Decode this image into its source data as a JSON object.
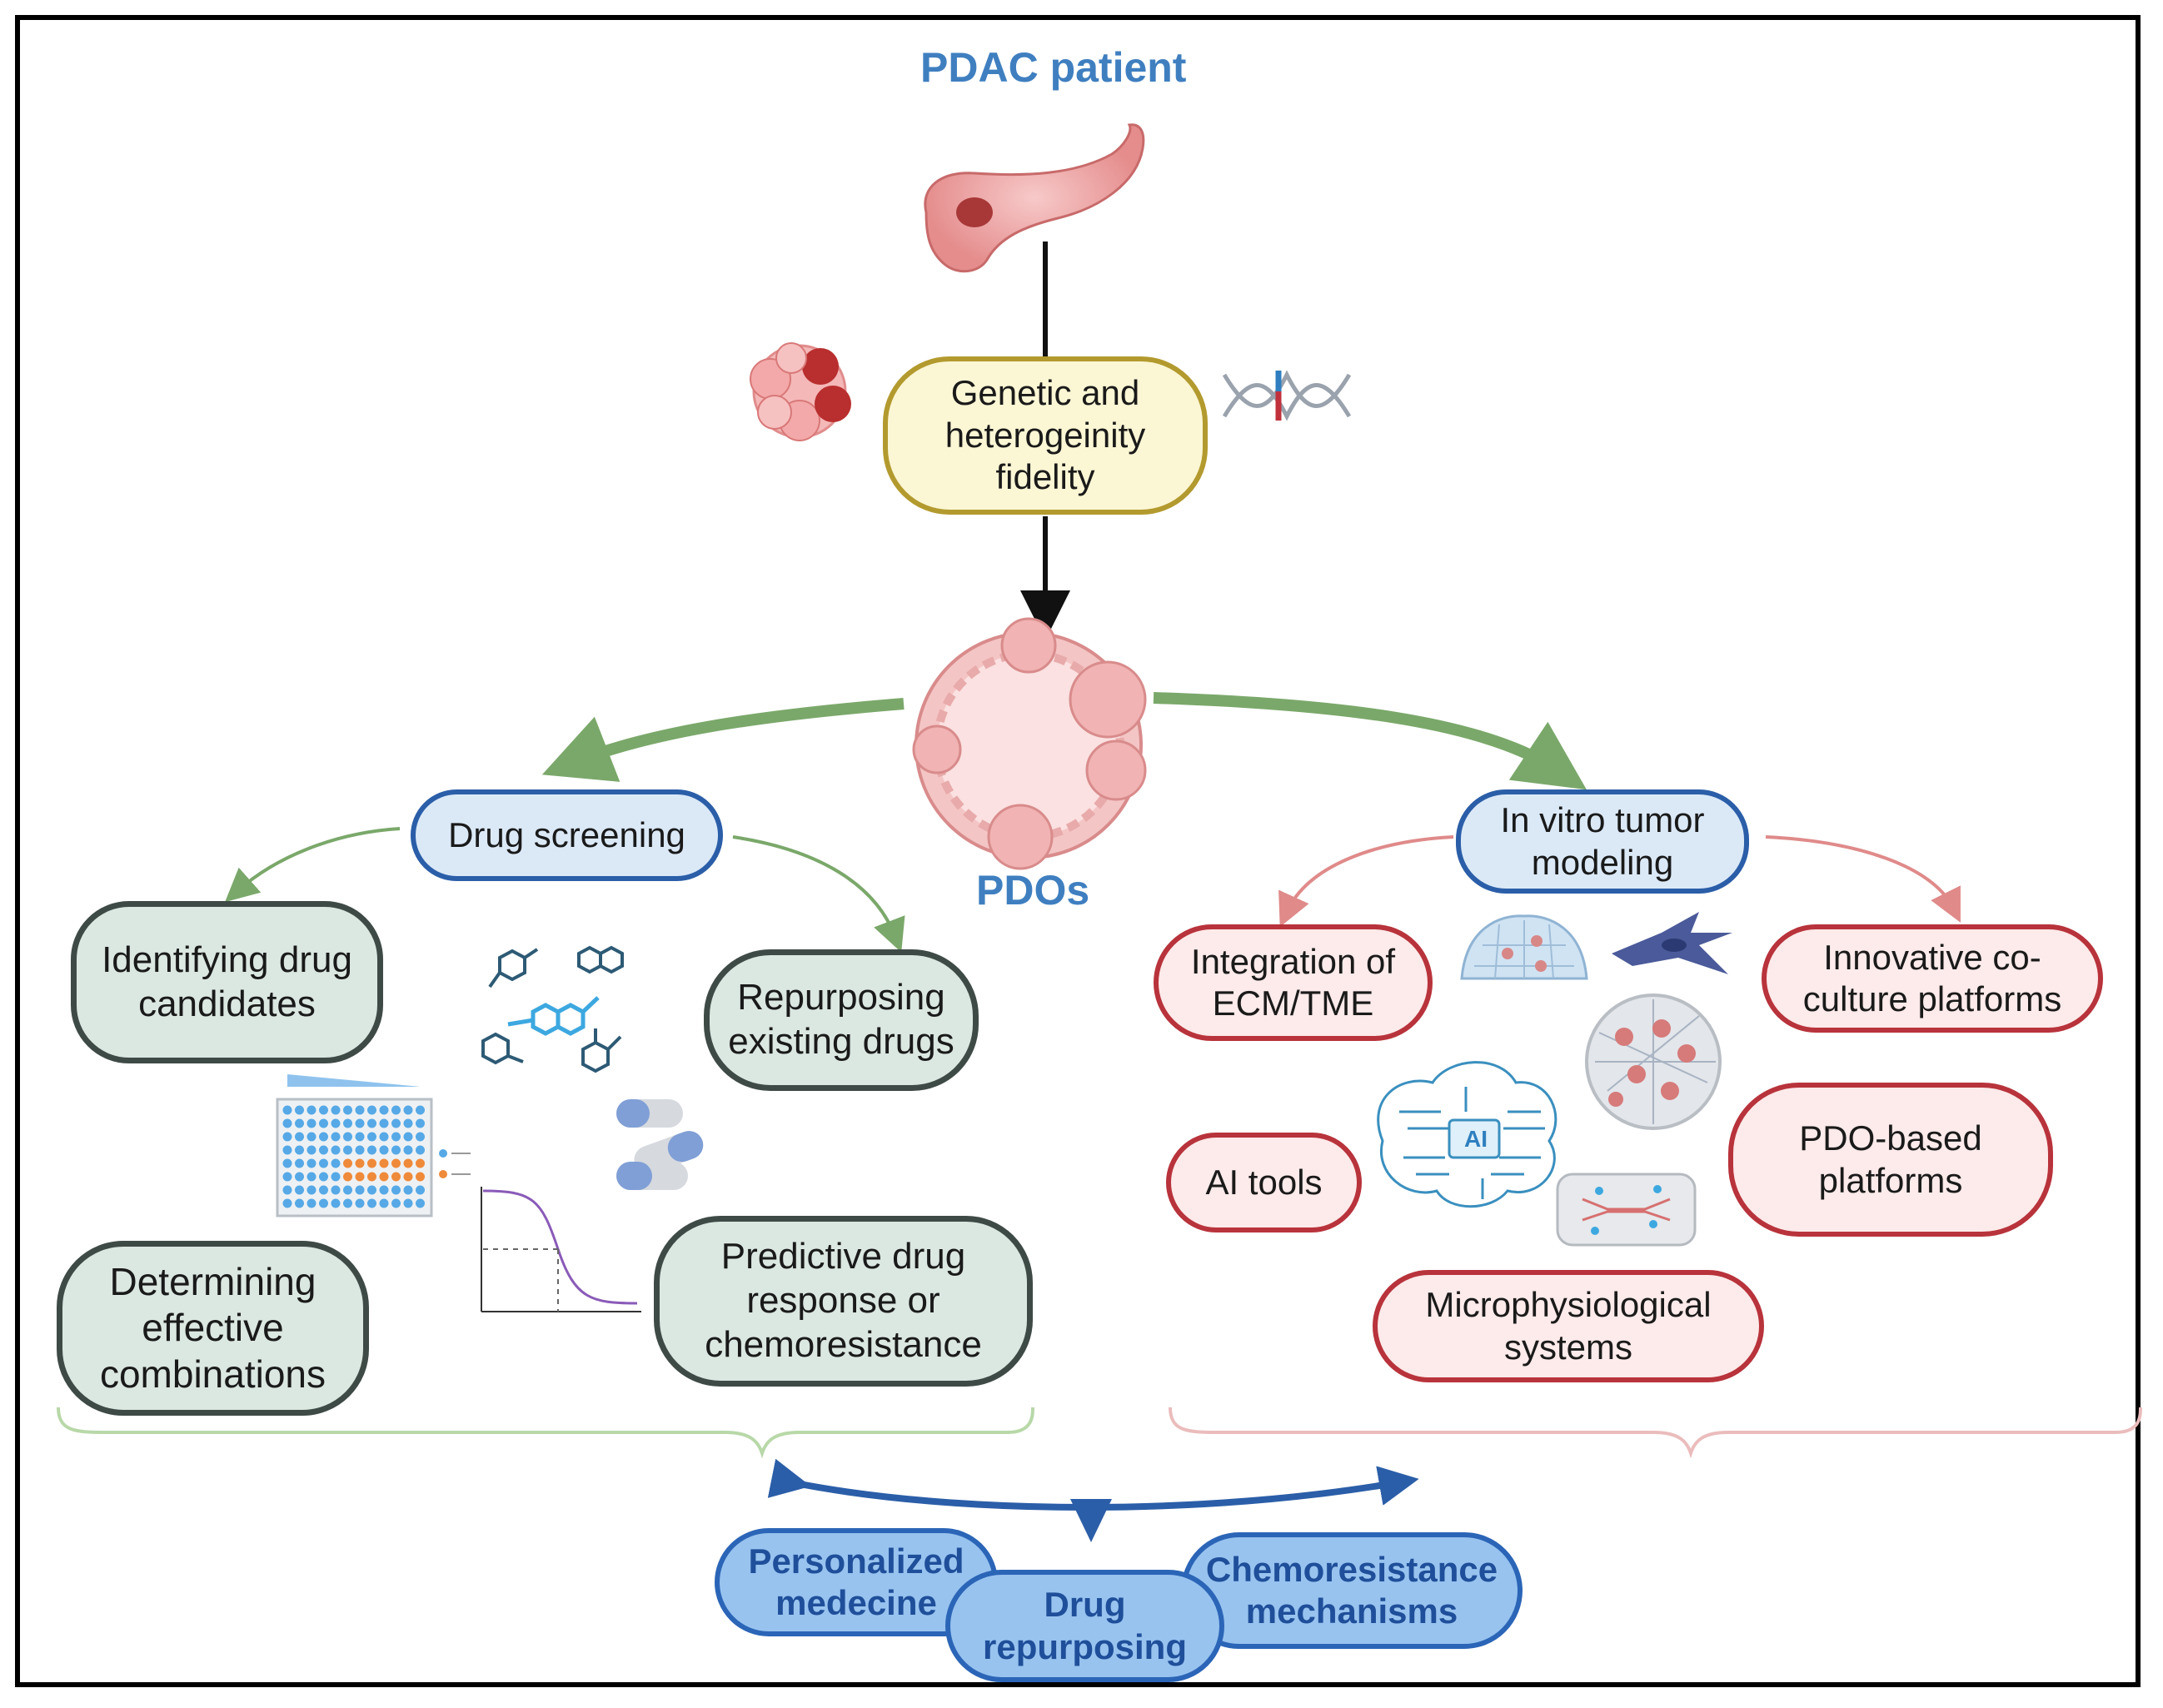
{
  "title": "PDAC patient",
  "fidelity_box": "Genetic and\nheterogeinity\nfidelity",
  "pdos_label": "PDOs",
  "left_branch": {
    "heading": "Drug screening",
    "items": [
      "Identifying drug\ncandidates",
      "Repurposing\nexisting drugs",
      "Determining\neffective\ncombinations",
      "Predictive drug\nresponse or\nchemoresistance"
    ]
  },
  "right_branch": {
    "heading": "In vitro tumor\nmodeling",
    "items": [
      "Integration of\nECM/TME",
      "Innovative co-\nculture platforms",
      "AI  tools",
      "PDO-based\nplatforms",
      "Microphysiological\nsystems"
    ]
  },
  "ai_chip_label": "AI",
  "outcomes": [
    "Personalized\nmedecine",
    "Drug\nrepurposing",
    "Chemoresistance\nmechanisms"
  ],
  "colors": {
    "title_blue": "#3f7fc0",
    "green_arrow": "#7aa86a",
    "pink_arrow": "#e08a8a",
    "outcome_fill": "#98c3ef",
    "outcome_border": "#2b65b7"
  },
  "icons": [
    "pancreas-icon",
    "tumor-cells-icon",
    "dna-icon",
    "organoid-icon",
    "molecules-icon",
    "capsules-icon",
    "well-plate-icon",
    "dose-response-curve-icon",
    "hydrogel-dome-icon",
    "fibroblast-cell-icon",
    "spheroid-in-matrix-icon",
    "ai-brain-icon",
    "organ-on-chip-icon"
  ]
}
